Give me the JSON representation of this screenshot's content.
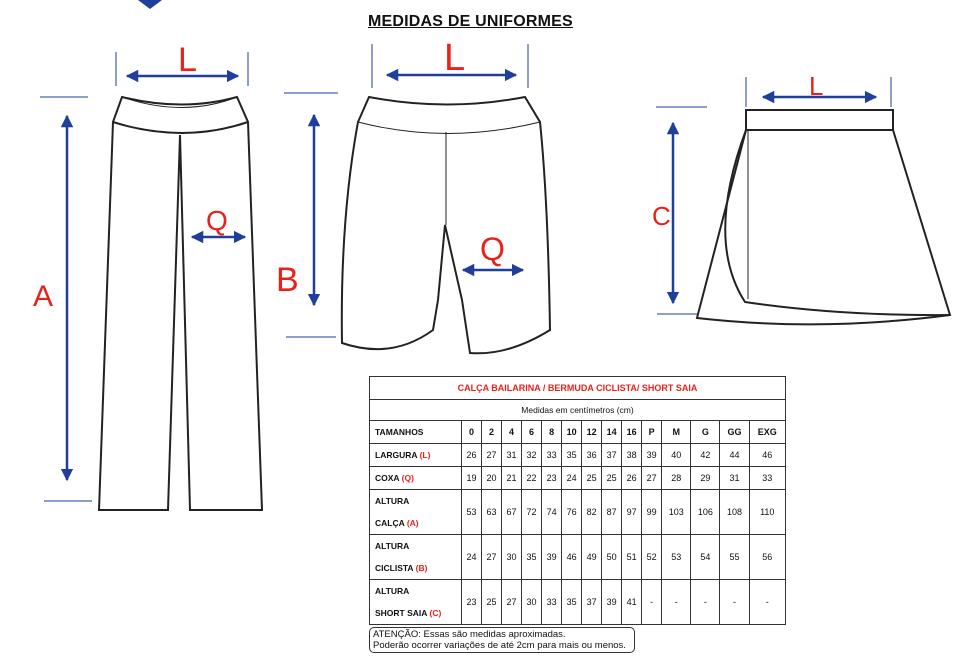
{
  "title": "MEDIDAS DE UNIFORMES",
  "diagram_labels": {
    "pants_width": "L",
    "pants_thigh": "Q",
    "pants_height": "A",
    "cyclist_width": "L",
    "cyclist_thigh": "Q",
    "cyclist_height": "B",
    "skirt_width": "L",
    "skirt_height": "C"
  },
  "colors": {
    "arrow": "#1f3f9a",
    "label": "#e8211b",
    "outline": "#222222"
  },
  "table": {
    "caption": "CALÇA BAILARINA / BERMUDA CICLISTA/ SHORT SAIA",
    "units": "Medidas em centímetros (cm)",
    "size_header": "TAMANHOS",
    "sizes": [
      "0",
      "2",
      "4",
      "6",
      "8",
      "10",
      "12",
      "14",
      "16",
      "P",
      "M",
      "G",
      "GG",
      "EXG"
    ],
    "rows": [
      {
        "label": "LARGURA",
        "code": "(L)",
        "values": [
          "26",
          "27",
          "31",
          "32",
          "33",
          "35",
          "36",
          "37",
          "38",
          "39",
          "40",
          "42",
          "44",
          "46"
        ]
      },
      {
        "label": "COXA",
        "code": "(Q)",
        "values": [
          "19",
          "20",
          "21",
          "22",
          "23",
          "24",
          "25",
          "25",
          "26",
          "27",
          "28",
          "29",
          "31",
          "33"
        ]
      },
      {
        "label_line1": "ALTURA",
        "label_line2": "CALÇA",
        "code": "(A)",
        "values": [
          "53",
          "63",
          "67",
          "72",
          "74",
          "76",
          "82",
          "87",
          "97",
          "99",
          "103",
          "106",
          "108",
          "110"
        ]
      },
      {
        "label_line1": "ALTURA",
        "label_line2": "CICLISTA",
        "code": "(B)",
        "values": [
          "24",
          "27",
          "30",
          "35",
          "39",
          "46",
          "49",
          "50",
          "51",
          "52",
          "53",
          "54",
          "55",
          "56"
        ]
      },
      {
        "label_line1": "ALTURA",
        "label_line2": "SHORT SAIA",
        "code": "(C)",
        "values": [
          "23",
          "25",
          "27",
          "30",
          "33",
          "35",
          "37",
          "39",
          "41",
          "-",
          "-",
          "-",
          "-",
          "-"
        ]
      }
    ]
  },
  "note": {
    "line1": "ATENÇÃO: Essas são medidas aproximadas.",
    "line2": "Poderão ocorrer variações de até 2cm para mais ou menos."
  }
}
